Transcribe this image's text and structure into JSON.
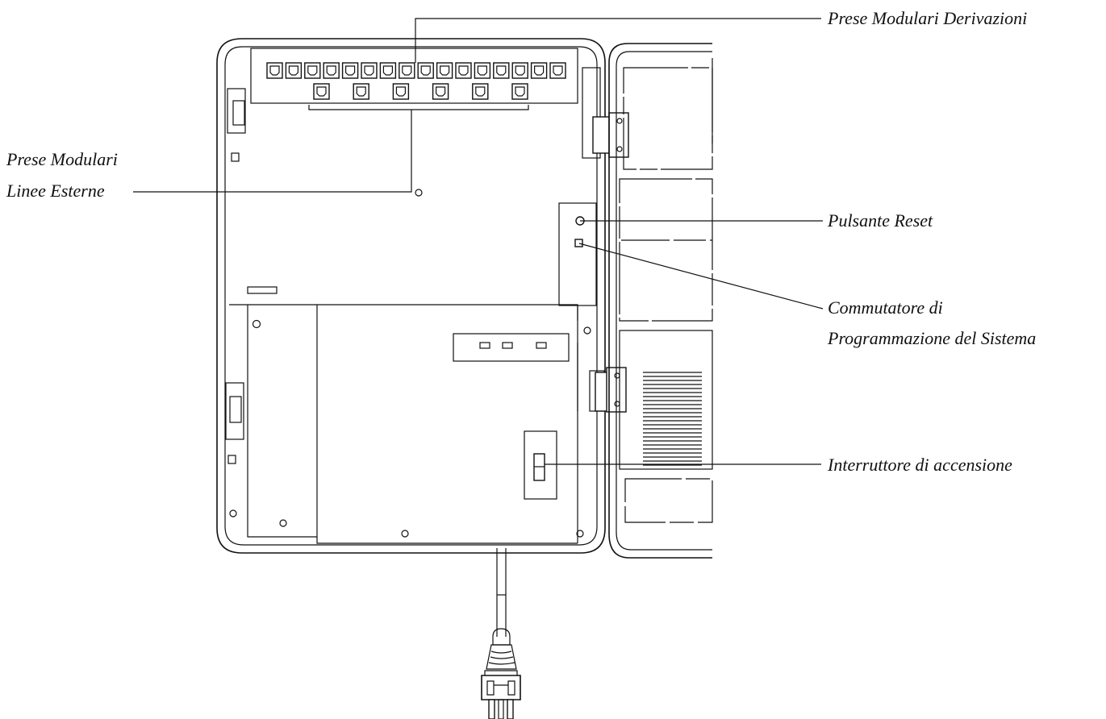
{
  "labels": {
    "prese_derivazioni": "Prese Modulari Derivazioni",
    "prese_linee_line1": "Prese Modulari",
    "prese_linee_line2": "Linee Esterne",
    "pulsante_reset": "Pulsante Reset",
    "commutatore_line1": "Commutatore di",
    "commutatore_line2": "Programmazione del Sistema",
    "interruttore": "Interruttore di accensione"
  },
  "counts": {
    "extension_jacks": 16,
    "line_jacks": 6,
    "indicator_lights": 3
  },
  "colors": {
    "line": "#111111",
    "background": "#ffffff"
  }
}
